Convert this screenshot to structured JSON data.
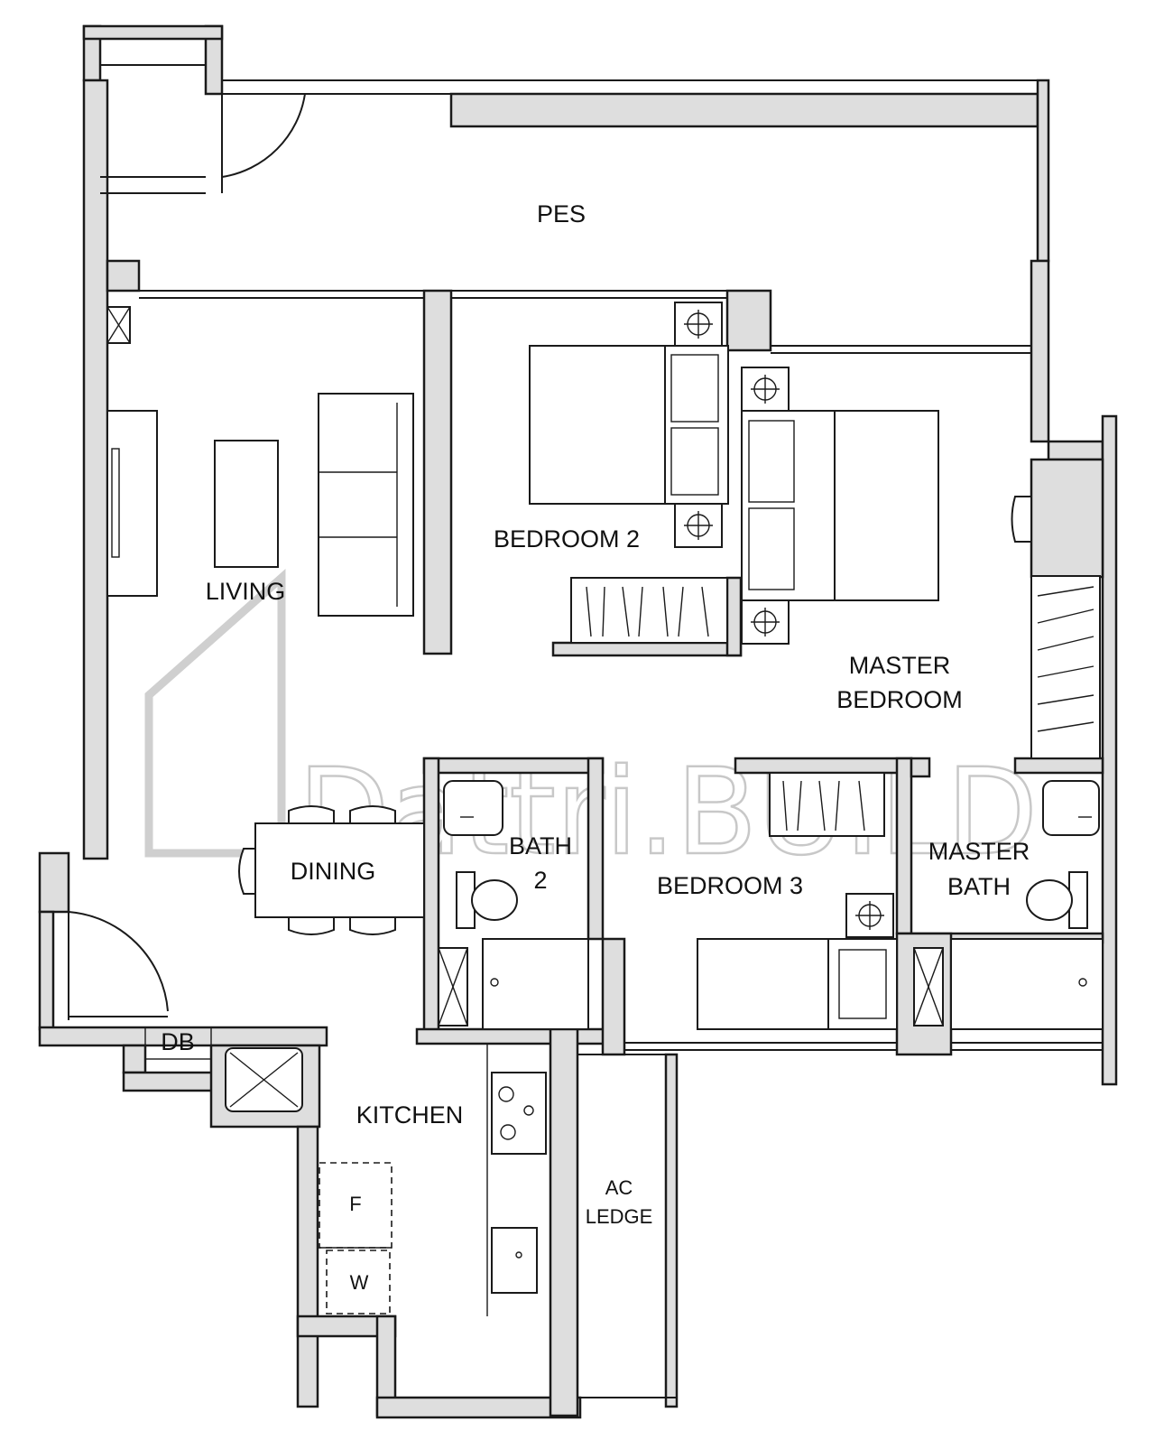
{
  "rooms": {
    "pes": "PES",
    "living": "LIVING",
    "bedroom2": "BEDROOM 2",
    "master_bedroom_line1": "MASTER",
    "master_bedroom_line2": "BEDROOM",
    "dining": "DINING",
    "bath2_line1": "BATH",
    "bath2_line2": "2",
    "bedroom3": "BEDROOM 3",
    "master_bath_line1": "MASTER",
    "master_bath_line2": "BATH",
    "db": "DB",
    "kitchen": "KITCHEN",
    "fridge": "F",
    "washer": "W",
    "ac_ledge_line1": "AC",
    "ac_ledge_line2": "LEDGE"
  },
  "watermark": {
    "text": "Dattri.BUILD"
  }
}
